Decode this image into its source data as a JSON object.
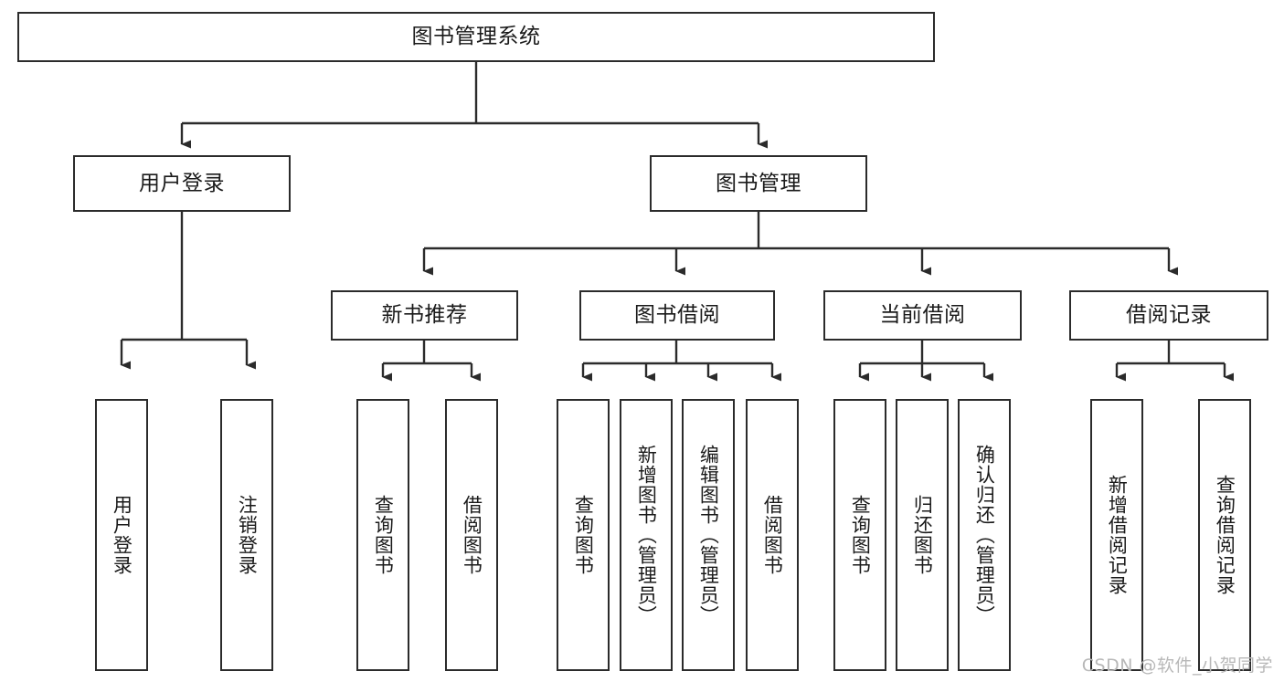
{
  "diagram": {
    "type": "tree-hierarchy-chart",
    "title": "图书管理系统",
    "line_color": "#2b2b2b",
    "box_fill": "#ffffff",
    "text_color": "#1a1a1a",
    "levels": {
      "root": {
        "label": "图书管理系统"
      },
      "level2": [
        {
          "label": "用户登录"
        },
        {
          "label": "图书管理"
        }
      ],
      "level3": [
        {
          "label": "新书推荐"
        },
        {
          "label": "图书借阅"
        },
        {
          "label": "当前借阅"
        },
        {
          "label": "借阅记录"
        }
      ],
      "leaves": {
        "user_login": [
          {
            "label": "用户登录"
          },
          {
            "label": "注销登录"
          }
        ],
        "new_book_recommend": [
          {
            "label": "查询图书"
          },
          {
            "label": "借阅图书"
          }
        ],
        "book_borrow": [
          {
            "label": "查询图书"
          },
          {
            "label": "新增图书（管理员）"
          },
          {
            "label": "编辑图书（管理员）"
          },
          {
            "label": "借阅图书"
          }
        ],
        "current_borrow": [
          {
            "label": "查询图书"
          },
          {
            "label": "归还图书"
          },
          {
            "label": "确认归还（管理员）"
          }
        ],
        "borrow_record": [
          {
            "label": "新增借阅记录"
          },
          {
            "label": "查询借阅记录"
          }
        ]
      }
    }
  },
  "watermark": {
    "text": "CSDN @软件_小贺同学",
    "color": "#b8b8b8"
  }
}
